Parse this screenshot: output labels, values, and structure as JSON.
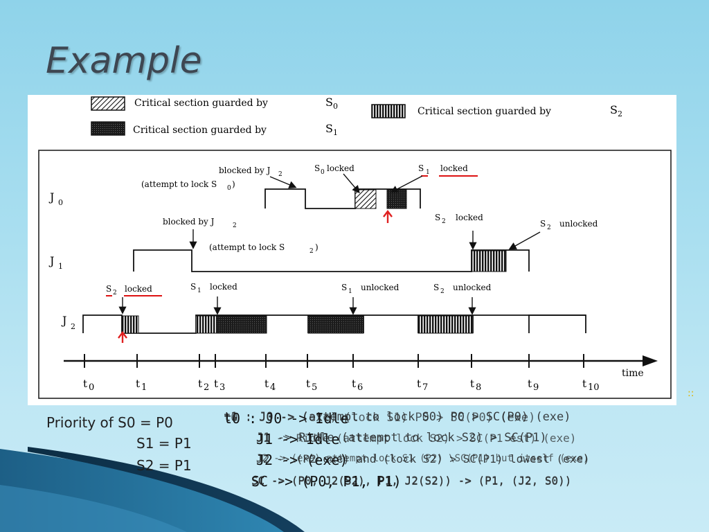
{
  "slide": {
    "title": "Example",
    "dots": "::"
  },
  "figure": {
    "legend": {
      "s0_label": "Critical section guarded by",
      "s0_sym": "S",
      "s0_sub": "0",
      "s1_label": "Critical section guarded by",
      "s1_sym": "S",
      "s1_sub": "1",
      "s2_label": "Critical section guarded by",
      "s2_sym": "S",
      "s2_sub": "2"
    },
    "rows": {
      "j0": {
        "name": "J",
        "sub": "0"
      },
      "j1": {
        "name": "J",
        "sub": "1"
      },
      "j2": {
        "name": "J",
        "sub": "2"
      }
    },
    "annotations": {
      "j0_blocked": "blocked by J",
      "j0_blocked_sub": "2",
      "j0_attempt": "(attempt to lock S",
      "j0_attempt_sub": "0",
      "j0_attempt_end": ")",
      "j0_s0locked": "S",
      "j0_s0locked_sub": "0",
      "j0_s0locked_word": "locked",
      "j0_s1locked": "S",
      "j0_s1locked_sub": "1",
      "j0_s1locked_word": "locked",
      "j1_blocked": "blocked by J",
      "j1_blocked_sub": "2",
      "j1_attempt": "(attempt to lock S",
      "j1_attempt_sub": "2",
      "j1_attempt_end": ")",
      "j1_s2locked": "S",
      "j1_s2locked_sub": "2",
      "j1_s2locked_word": "locked",
      "j1_s2unlocked": "S",
      "j1_s2unlocked_sub": "2",
      "j1_s2unlocked_word": "unlocked",
      "j2_s2locked": "S",
      "j2_s2locked_sub": "2",
      "j2_s2locked_word": "locked",
      "j2_s1locked": "S",
      "j2_s1locked_sub": "1",
      "j2_s1locked_word": "locked",
      "j2_s1unlocked": "S",
      "j2_s1unlocked_sub": "1",
      "j2_s1unlocked_word": "unlocked",
      "j2_s2unlocked": "S",
      "j2_s2unlocked_sub": "2",
      "j2_s2unlocked_word": "unlocked"
    },
    "axis": {
      "label": "time",
      "ticks": [
        {
          "t": "t",
          "n": "0"
        },
        {
          "t": "t",
          "n": "1"
        },
        {
          "t": "t",
          "n": "2"
        },
        {
          "t": "t",
          "n": "3"
        },
        {
          "t": "t",
          "n": "4"
        },
        {
          "t": "t",
          "n": "5"
        },
        {
          "t": "t",
          "n": "6"
        },
        {
          "t": "t",
          "n": "7"
        },
        {
          "t": "t",
          "n": "8"
        },
        {
          "t": "t",
          "n": "9"
        },
        {
          "t": "t",
          "n": "10"
        }
      ]
    }
  },
  "priority": {
    "line1": "Priority of S0 = P0",
    "line2": "S1 = P1",
    "line3": "S2 = P1"
  },
  "overlay": {
    "a1": "t0 : J0 -> Idle",
    "a2": "J1 -> Idle",
    "a3": "J2 -> (exe)",
    "a4": "SC -> (P0, P1, P1)",
    "b1": "t1 : J0 -> (attempt to lock S0) P0 > SC(P0) (exe)",
    "b2": "J1 -> Ridle (attempt to lock S2) > SC(P1)",
    "b3": "J2 -> (P2 exe) and (lock S2) > SC(P1) lowest (exe)",
    "b4": "SC -> (P0, J2(S2), P1, J2(S2)) -> (P1, (J2, S0))",
    "c1": "t0 : J0 -> (exe) (lock S1) P0 > SC(P0) (exe)",
    "c2": "J1 -> Ridle (attempt lock S2) > SC(P1 est) (exe)",
    "c3": "J2 -> (exe) attempt lock S1 (P2) \\SC(P1) but itself (exe)",
    "c4": "SC -> (P0, J2(S2), P1, J2(S2)) -> (P1, (J2, S0))"
  }
}
